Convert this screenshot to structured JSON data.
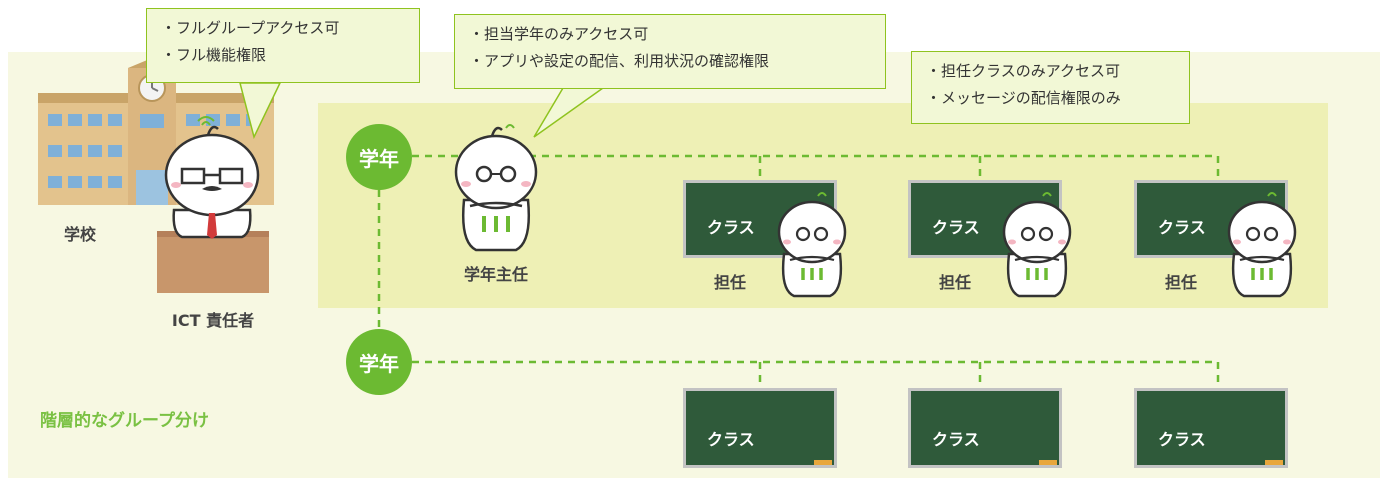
{
  "bubbles": {
    "ict": [
      "・フルグループアクセス可",
      "・フル機能権限"
    ],
    "grade_head": [
      "・担当学年のみアクセス可",
      "・アプリや設定の配信、利用状況の確認権限"
    ],
    "homeroom": [
      "・担任クラスのみアクセス可",
      "・メッセージの配信権限のみ"
    ]
  },
  "labels": {
    "school": "学校",
    "ict": "ICT 責任者",
    "grade_head": "学年主任",
    "homeroom": "担任",
    "grade": "学年",
    "class": "クラス",
    "title": "階層的なグループ分け"
  },
  "colors": {
    "accent_green": "#6cba32",
    "title_green": "#7ac143",
    "panel": "#f7f8e2",
    "panel_inner": "#eef0b5",
    "bubble_bg": "#f2f8d6",
    "bubble_border": "#8fc31f",
    "chalkboard": "#2f5a3a",
    "frame": "#c3c3c3"
  },
  "icons": [
    "school-building-icon",
    "mascot-icon",
    "chalkboard-icon"
  ]
}
